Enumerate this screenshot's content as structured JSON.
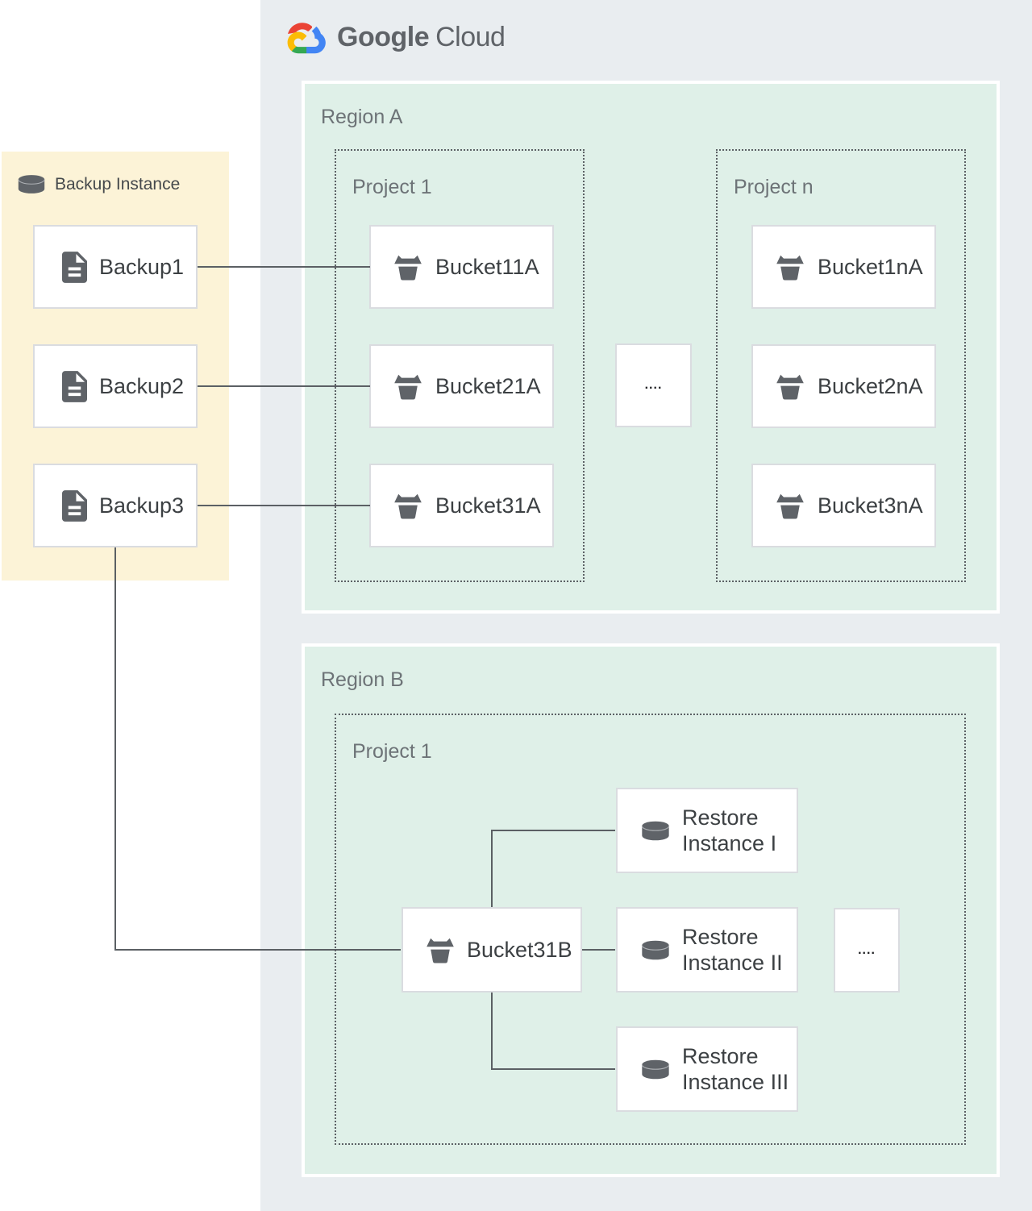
{
  "logo": {
    "google": "Google",
    "cloud": "Cloud"
  },
  "backup_panel": {
    "title": "Backup Instance",
    "items": [
      {
        "label": "Backup1"
      },
      {
        "label": "Backup2"
      },
      {
        "label": "Backup3"
      }
    ]
  },
  "region_a": {
    "label": "Region A",
    "ellipsis": "....",
    "projects": [
      {
        "label": "Project 1",
        "buckets": [
          "Bucket11A",
          "Bucket21A",
          "Bucket31A"
        ]
      },
      {
        "label": "Project n",
        "buckets": [
          "Bucket1nA",
          "Bucket2nA",
          "Bucket3nA"
        ]
      }
    ]
  },
  "region_b": {
    "label": "Region B",
    "project": {
      "label": "Project 1",
      "bucket": "Bucket31B",
      "ellipsis": "....",
      "restores": [
        "Restore Instance I",
        "Restore Instance II",
        "Restore Instance III"
      ]
    }
  },
  "colors": {
    "canvas": "#ffffff",
    "gcp_background": "#e9edf0",
    "region_background": "#dff0e8",
    "backup_panel_background": "#fcf3d7",
    "node_border": "#dadce0",
    "icon_gray": "#5f6368",
    "text_dark": "#3c4043",
    "text_muted": "#6d7377",
    "connector": "#5b6064",
    "logo_red": "#EA4335",
    "logo_blue": "#4285F4",
    "logo_green": "#34A853",
    "logo_yellow": "#FBBC05"
  }
}
